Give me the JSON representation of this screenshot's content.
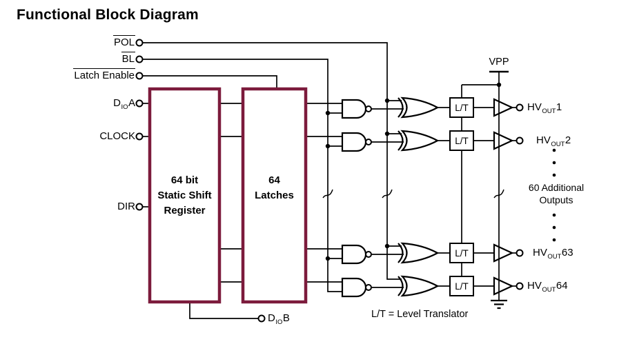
{
  "title": "Functional Block Diagram",
  "colors": {
    "block_border": "#7c1b3c",
    "wire": "#000000"
  },
  "inputs": {
    "pol": "POL",
    "bl": "BL",
    "latch_enable": "Latch Enable",
    "dio_a": {
      "pre": "D",
      "sub": "IO",
      "post": "A"
    },
    "clock": "CLOCK",
    "dir": "DIR",
    "dio_b": {
      "pre": "D",
      "sub": "IO",
      "post": "B"
    }
  },
  "blocks": {
    "shift_register": {
      "line1": "64 bit",
      "line2": "Static Shift",
      "line3": "Register"
    },
    "latches": {
      "line1": "64",
      "line2": "Latches"
    }
  },
  "power": {
    "vpp": "VPP"
  },
  "lt": {
    "box_label": "L/T",
    "legend": "L/T = Level Translator"
  },
  "outputs": {
    "row1": {
      "pre": "HV",
      "sub": "OUT",
      "post": "1"
    },
    "row2": {
      "pre": "HV",
      "sub": "OUT",
      "post": "2"
    },
    "row63": {
      "pre": "HV",
      "sub": "OUT",
      "post": "63"
    },
    "row64": {
      "pre": "HV",
      "sub": "OUT",
      "post": "64"
    },
    "additional_line1": "60 Additional",
    "additional_line2": "Outputs"
  }
}
